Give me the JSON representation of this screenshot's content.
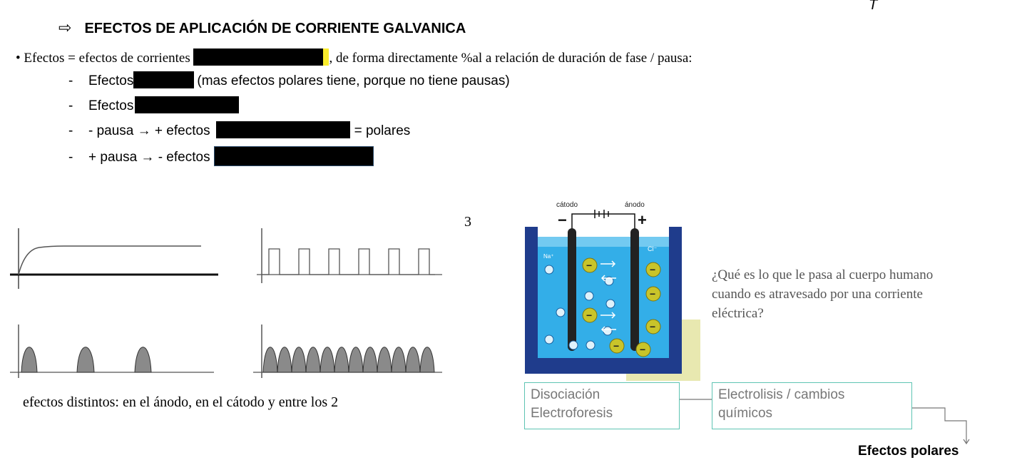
{
  "header": {
    "marker": "T",
    "arrow": "⇨",
    "title": "EFECTOS DE APLICACIÓN DE CORRIENTE GALVANICA"
  },
  "bullet": {
    "symbol": "•",
    "prefix": "Efectos = efectos de corrientes",
    "suffix": ", de forma directamente %al a relación de duración de fase / pausa:"
  },
  "items": [
    {
      "dash": "-",
      "before": "Efectos",
      "after": "(mas efectos polares tiene, porque no tiene pausas)"
    },
    {
      "dash": "-",
      "before": "Efectos",
      "after": ""
    },
    {
      "dash": "-",
      "before": "- pausa → + efectos",
      "after": "= polares"
    },
    {
      "dash": "-",
      "before": "+ pausa  → - efectos",
      "after": ""
    }
  ],
  "page_number": "3",
  "caption": "efectos distintos: en el ánodo, en el cátodo y entre los 2",
  "cell_diagram": {
    "cathode_label": "cátodo",
    "anode_label": "ánodo",
    "minus": "−",
    "plus": "+",
    "na_label": "Na⁺",
    "cl_label": "Cl⁻"
  },
  "question": "¿Qué es lo que le pasa al cuerpo humano cuando es atravesado por una corriente eléctrica?",
  "flow": {
    "box1_line1": "Disociación",
    "box1_line2": "Electroforesis",
    "box2_line1": "Electrolisis / cambios",
    "box2_line2": "químicos",
    "result": "Efectos polares"
  },
  "colors": {
    "highlight": "#f9ec2d",
    "box_border": "#5ec4b3",
    "cell_container": "#1f3c8c",
    "electrolyte": "#33aee8",
    "ion_yellow": "#c9c42a",
    "wave_fill": "#8a8a8a"
  }
}
